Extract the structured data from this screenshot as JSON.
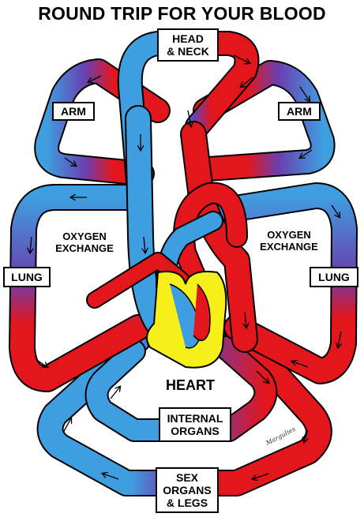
{
  "title": "ROUND TRIP FOR YOUR BLOOD",
  "labels": {
    "head_neck": "HEAD\n& NECK",
    "arm_left": "ARM",
    "arm_right": "ARM",
    "lung_left": "LUNG",
    "lung_right": "LUNG",
    "oxygen_left": "OXYGEN\nEXCHANGE",
    "oxygen_right": "OXYGEN\nEXCHANGE",
    "heart": "HEART",
    "internal_organs": "INTERNAL\nORGANS",
    "sex_organs_legs": "SEX\nORGANS\n& LEGS",
    "artist_signature": "Margulies"
  },
  "colors": {
    "oxygenated": "#e3161c",
    "deoxygenated": "#3f9ee0",
    "transition": "#6a3fb0",
    "heart": "#f7ef1a",
    "outline": "#000000"
  },
  "icons": [
    "flow-arrow-icon"
  ]
}
